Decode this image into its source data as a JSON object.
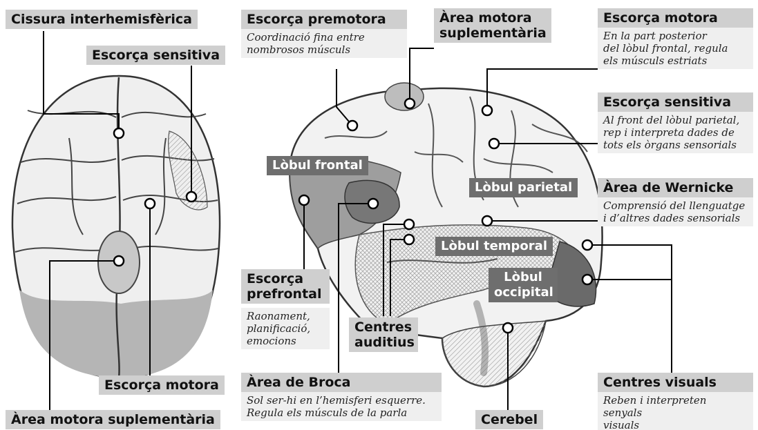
{
  "labels": {
    "cissura": "Cissura interhemisfèrica",
    "escorca_sensitiva_top": "Escorça sensitiva",
    "escorca_motora_top": "Escorça motora",
    "area_motora_supl_top": "Àrea motora suplementària",
    "escorca_premotora": "Escorça premotora",
    "escorca_premotora_desc": "Coordinació fina entre\nnombrosos músculs",
    "area_motora_supl": "Àrea motora\nsuplementària",
    "escorca_motora": "Escorça motora",
    "escorca_motora_desc": "En la part posterior\ndel lòbul frontal, regula\nels músculs estriats",
    "escorca_sensitiva": "Escorça sensitiva",
    "escorca_sensitiva_desc": "Al front del lòbul parietal,\nrep i interpreta dades de\ntots els òrgans sensorials",
    "lobul_frontal": "Lòbul frontal",
    "lobul_parietal": "Lòbul parietal",
    "area_wernicke": "Àrea de Wernicke",
    "area_wernicke_desc": "Comprensió del llenguatge\ni d’altres dades sensorials",
    "lobul_temporal": "Lòbul temporal",
    "lobul_occipital": "Lòbul\noccipital",
    "escorca_prefrontal": "Escorça\nprefrontal",
    "escorca_prefrontal_desc": "Raonament,\nplanificació,\nemocions",
    "centres_auditius": "Centres\nauditius",
    "area_broca": "Àrea de Broca",
    "area_broca_desc": "Sol ser-hi en l’hemisferi esquerre.\nRegula els músculs de la parla",
    "cerebel": "Cerebel",
    "centres_visuals": "Centres visuals",
    "centres_visuals_desc": "Reben i interpreten senyals\nvisuals"
  }
}
